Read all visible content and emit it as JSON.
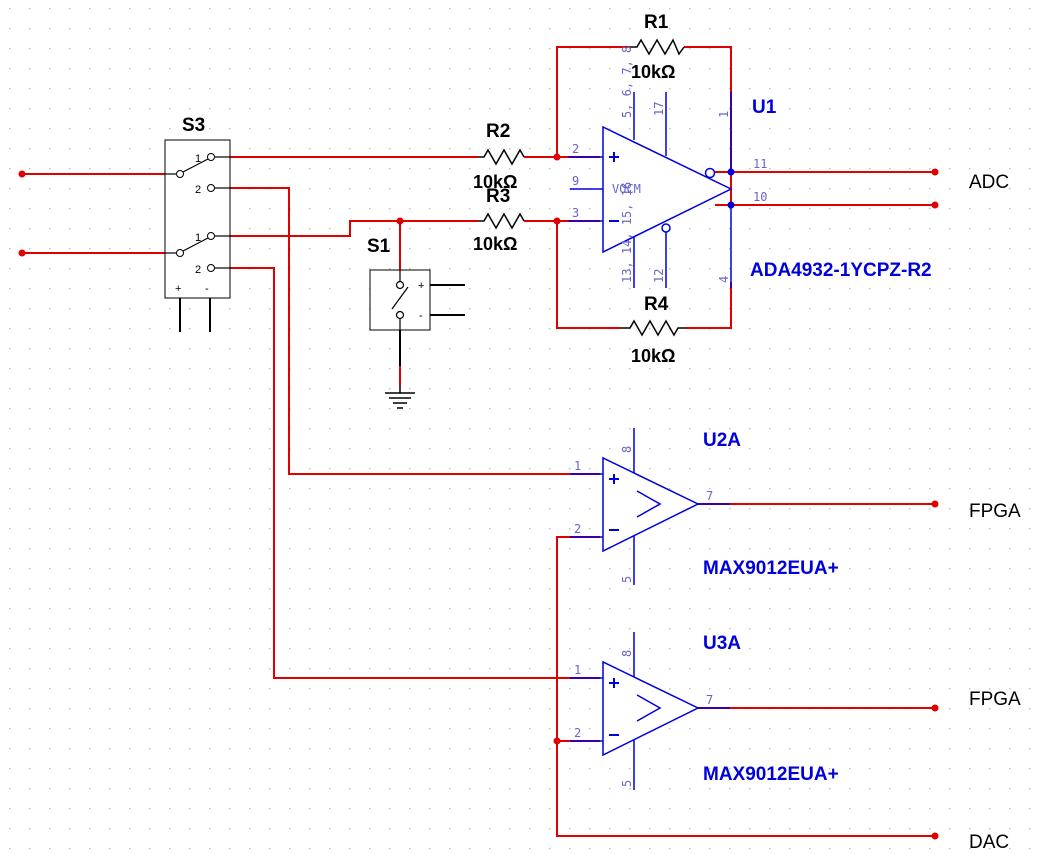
{
  "colors": {
    "wire": "#e00000",
    "component": "#000000",
    "label": "#0000dd",
    "pin_number": "#6666cc",
    "grid_dot": "#bfbfbf",
    "background": "#ffffff"
  },
  "switches": {
    "s3": {
      "ref": "S3",
      "pins": [
        "1",
        "2",
        "1",
        "2"
      ],
      "polarity": [
        "+",
        "-"
      ]
    },
    "s1": {
      "ref": "S1",
      "polarity": [
        "+",
        "-"
      ],
      "ground": "ground-symbol"
    }
  },
  "resistors": {
    "r1": {
      "ref": "R1",
      "value": "10kΩ"
    },
    "r2": {
      "ref": "R2",
      "value": "10kΩ"
    },
    "r3": {
      "ref": "R3",
      "value": "10kΩ"
    },
    "r4": {
      "ref": "R4",
      "value": "10kΩ"
    }
  },
  "u1": {
    "ref": "U1",
    "part": "ADA4932-1YCPZ-R2",
    "pins": {
      "in_plus": "2",
      "in_minus": "3",
      "vocm": "9",
      "out_minus": "11",
      "out_plus": "10",
      "top_a": "5, 6, 7, 8",
      "top_b": "17",
      "top_c": "1",
      "bottom_a": "13, 14, 15, 16",
      "bottom_b": "12",
      "bottom_c": "4"
    },
    "vocm_label": "VOCM"
  },
  "u2a": {
    "ref": "U2A",
    "part": "MAX9012EUA+",
    "pins": {
      "in_plus": "1",
      "in_minus": "2",
      "out": "7",
      "vcc": "8",
      "gnd": "5"
    }
  },
  "u3a": {
    "ref": "U3A",
    "part": "MAX9012EUA+",
    "pins": {
      "in_plus": "1",
      "in_minus": "2",
      "out": "7",
      "vcc": "8",
      "gnd": "5"
    }
  },
  "net_labels": {
    "adc": "ADC",
    "fpga_1": "FPGA",
    "fpga_2": "FPGA",
    "dac": "DAC"
  }
}
